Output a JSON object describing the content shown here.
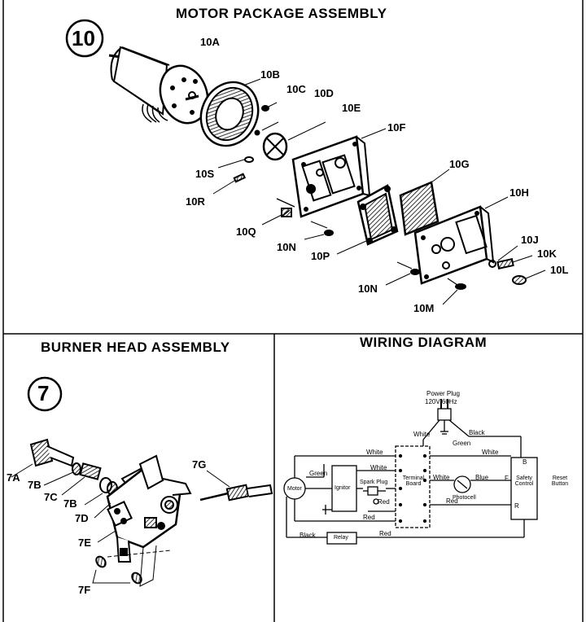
{
  "sections": {
    "motor": {
      "title": "MOTOR PACKAGE ASSEMBLY",
      "number": "10",
      "parts": [
        "10A",
        "10B",
        "10C",
        "10D",
        "10E",
        "10F",
        "10S",
        "10R",
        "10G",
        "10H",
        "10Q",
        "10N",
        "10P",
        "10J",
        "10K",
        "10L",
        "10N",
        "10M"
      ]
    },
    "burner": {
      "title": "BURNER HEAD ASSEMBLY",
      "number": "7",
      "parts": [
        "7G",
        "7A",
        "7B",
        "7C",
        "7B",
        "7D",
        "7E",
        "7F"
      ]
    },
    "wiring": {
      "title": "WIRING DIAGRAM",
      "power_plug": "Power Plug",
      "voltage": "120V 60Hz",
      "wires": {
        "white": "White",
        "black": "Black",
        "green": "Green",
        "red": "Red"
      },
      "components": {
        "motor": "Motor",
        "ignitor": "Ignitor",
        "spark_plug": "Spark Plug",
        "terminal_board": "Terminal Board",
        "photocell": "Photocell",
        "safety_control": "Safety Control",
        "reset_button": "Reset Button",
        "relay": "Relay"
      },
      "markers": {
        "blue": "Blue",
        "f": "F",
        "r": "R",
        "b": "B"
      }
    }
  }
}
